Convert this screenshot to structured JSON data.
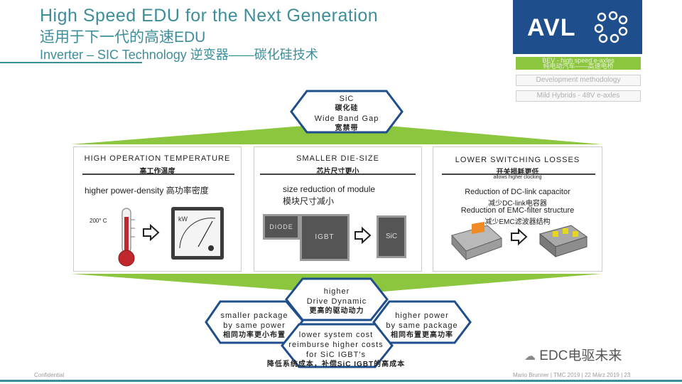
{
  "header": {
    "title_en": "High Speed EDU for the Next Generation",
    "title_zh": "适用于下一代的高速EDU",
    "subtitle": "Inverter – SIC Technology 逆变器——碳化硅技术"
  },
  "logo": {
    "text": "AVL"
  },
  "nav": {
    "items": [
      {
        "label": "BEV - high speed e-axles",
        "sublabel": "纯电动汽车——高速电桥"
      },
      {
        "label": "Development methodology"
      },
      {
        "label": "Mild Hybrids - 48V e-axles"
      }
    ]
  },
  "top_hex": {
    "line1": "SiC",
    "line2": "碳化硅",
    "line3": "Wide Band Gap",
    "line4": "宽禁带"
  },
  "panels": [
    {
      "title": "HIGH OPERATION TEMPERATURE",
      "title_zh": "高工作温度",
      "text": "higher power-density 高功率密度",
      "temp_label": "200° C",
      "gauge_unit": "kW"
    },
    {
      "title": "SMALLER DIE-SIZE",
      "title_zh": "芯片尺寸更小",
      "text1": "size reduction of module",
      "text2": "模块尺寸减小",
      "chip_diode": "DIODE",
      "chip_igbt": "IGBT",
      "chip_sic": "SiC"
    },
    {
      "title": "LOWER SWITCHING LOSSES",
      "title_zh": "开关损耗更低",
      "note": "allows higher clocking",
      "line1": "Reduction of DC-link capacitor",
      "line2": "减少DC-link电容器",
      "line3": "Reduction of EMC-filter structure",
      "line4": "减少EMC滤波器结构"
    }
  ],
  "bottom_hexes": {
    "left": {
      "line1": "smaller package",
      "line2": "by same power",
      "line3": "相同功率更小布置"
    },
    "center_top": {
      "line1": "higher",
      "line2": "Drive Dynamic",
      "line3": "更高的驱动动力"
    },
    "right": {
      "line1": "higher power",
      "line2": "by same package",
      "line3": "相同布置更高功率"
    },
    "center_bottom": {
      "line1": "lower system cost",
      "line2": "reimburse higher costs",
      "line3": "for SiC IGBT's",
      "line4": "降低系统成本，补偿SiC IGBT的高成本"
    }
  },
  "footer": {
    "left": "Confidential",
    "right": "Mario Brunner | TMC 2019 | 22 März 2019 | 23",
    "watermark": "EDC电驱未来"
  },
  "colors": {
    "teal": "#3d8e9a",
    "green": "#8cc63f",
    "navy": "#1f4e8c",
    "hex_border": "#1f4e8c"
  }
}
